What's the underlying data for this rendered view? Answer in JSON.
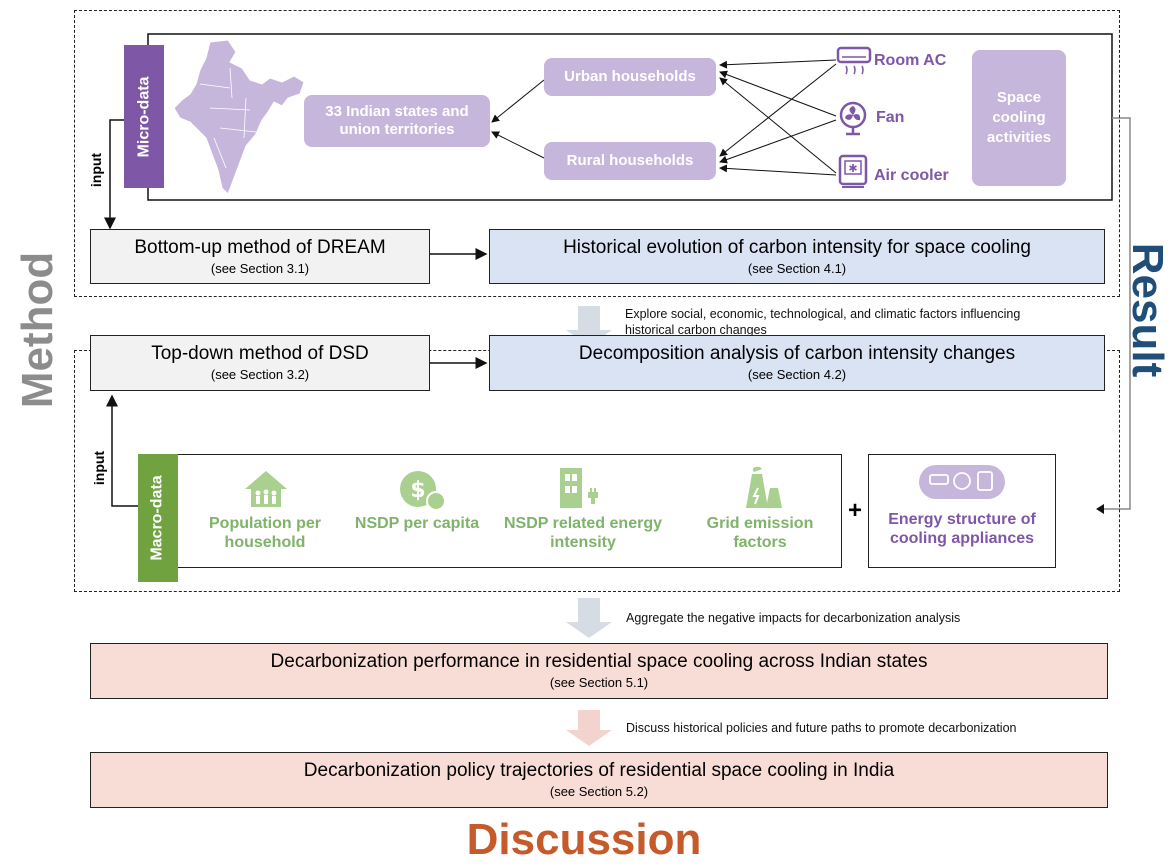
{
  "side_labels": {
    "method": "Method",
    "result": "Result",
    "discussion": "Discussion"
  },
  "micro": {
    "tag": "Micro-data",
    "input": "input",
    "states": "33 Indian states and union territories",
    "urban": "Urban households",
    "rural": "Rural households",
    "appliances": [
      "Room AC",
      "Fan",
      "Air cooler"
    ],
    "activities": "Space cooling activities"
  },
  "bottom_up": {
    "title": "Bottom-up method of DREAM",
    "section": "(see Section 3.1)"
  },
  "historical": {
    "title": "Historical evolution of carbon intensity for space cooling",
    "section": "(see Section 4.1)"
  },
  "note1": "Explore social, economic, technological, and climatic factors influencing historical carbon changes",
  "top_down": {
    "title": "Top-down method of DSD",
    "section": "(see Section 3.2)"
  },
  "decomposition": {
    "title": "Decomposition analysis of carbon intensity changes",
    "section": "(see Section 4.2)"
  },
  "macro": {
    "tag": "Macro-data",
    "input": "input",
    "factors": [
      "Population per household",
      "NSDP per capita",
      "NSDP related energy intensity",
      "Grid emission factors"
    ],
    "plus": "+",
    "energy_structure": "Energy structure of cooling appliances"
  },
  "note2": "Aggregate the negative impacts for decarbonization analysis",
  "performance": {
    "title": "Decarbonization performance in residential space cooling across Indian states",
    "section": "(see Section 5.1)"
  },
  "note3": "Discuss historical policies and future paths to promote decarbonization",
  "policy": {
    "title": "Decarbonization policy trajectories of residential space cooling in India",
    "section": "(see Section 5.2)"
  },
  "colors": {
    "purple": "#7e57a6",
    "lavender": "#c7b6db",
    "green": "#7fb36a",
    "green_tag": "#70a340",
    "method_gray": "#8c8c8c",
    "result_blue": "#1f4e79",
    "discussion_orange": "#c55a2b"
  }
}
